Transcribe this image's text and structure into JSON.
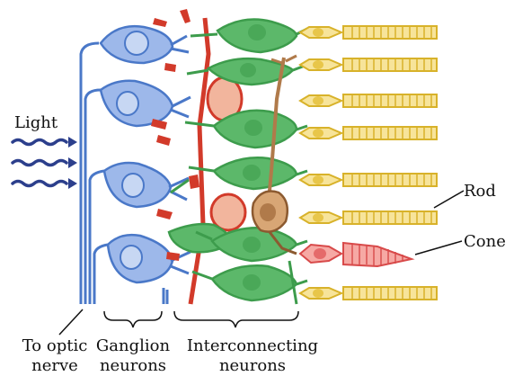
{
  "labels": {
    "light": "Light",
    "rod": "Rod",
    "cone": "Cone",
    "optic_nerve": [
      "To optic",
      "nerve"
    ],
    "ganglion": [
      "Ganglion",
      "neurons"
    ],
    "interconnecting": [
      "Interconnecting",
      "neurons"
    ]
  },
  "colors": {
    "ganglion": "#4a78c8",
    "ganglion_light": "#9db8ea",
    "interconnecting_green": "#3d9c4c",
    "interconnecting_red": "#d23a2a",
    "interconnecting_brown": "#b07a4a",
    "rod": "#e8c64a",
    "rod_light": "#f7e49a",
    "cone": "#e56a6a",
    "cone_light": "#f6a9a4",
    "light_arrow": "#2c3f8c",
    "label": "#111111"
  }
}
